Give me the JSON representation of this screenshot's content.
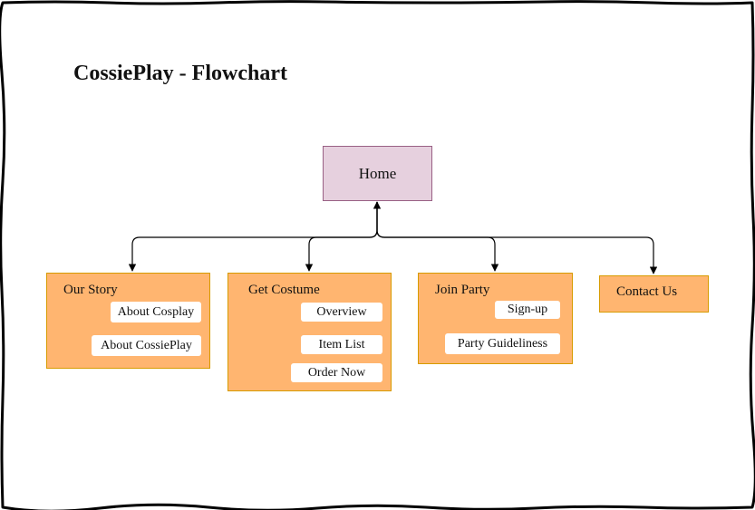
{
  "title": "CossiePlay - Flowchart",
  "colors": {
    "home_fill": "#E6D0DE",
    "home_border": "#996185",
    "section_fill": "#FFB570",
    "section_border": "#D79B00",
    "subitem_fill": "#FFFFFF",
    "connector": "#000000"
  },
  "home": {
    "label": "Home"
  },
  "sections": [
    {
      "label": "Our Story",
      "items": [
        "About Cosplay",
        "About CossiePlay"
      ]
    },
    {
      "label": "Get Costume",
      "items": [
        "Overview",
        "Item List",
        "Order Now"
      ]
    },
    {
      "label": "Join Party",
      "items": [
        "Sign-up",
        "Party Guideliness"
      ]
    },
    {
      "label": "Contact Us",
      "items": []
    }
  ]
}
